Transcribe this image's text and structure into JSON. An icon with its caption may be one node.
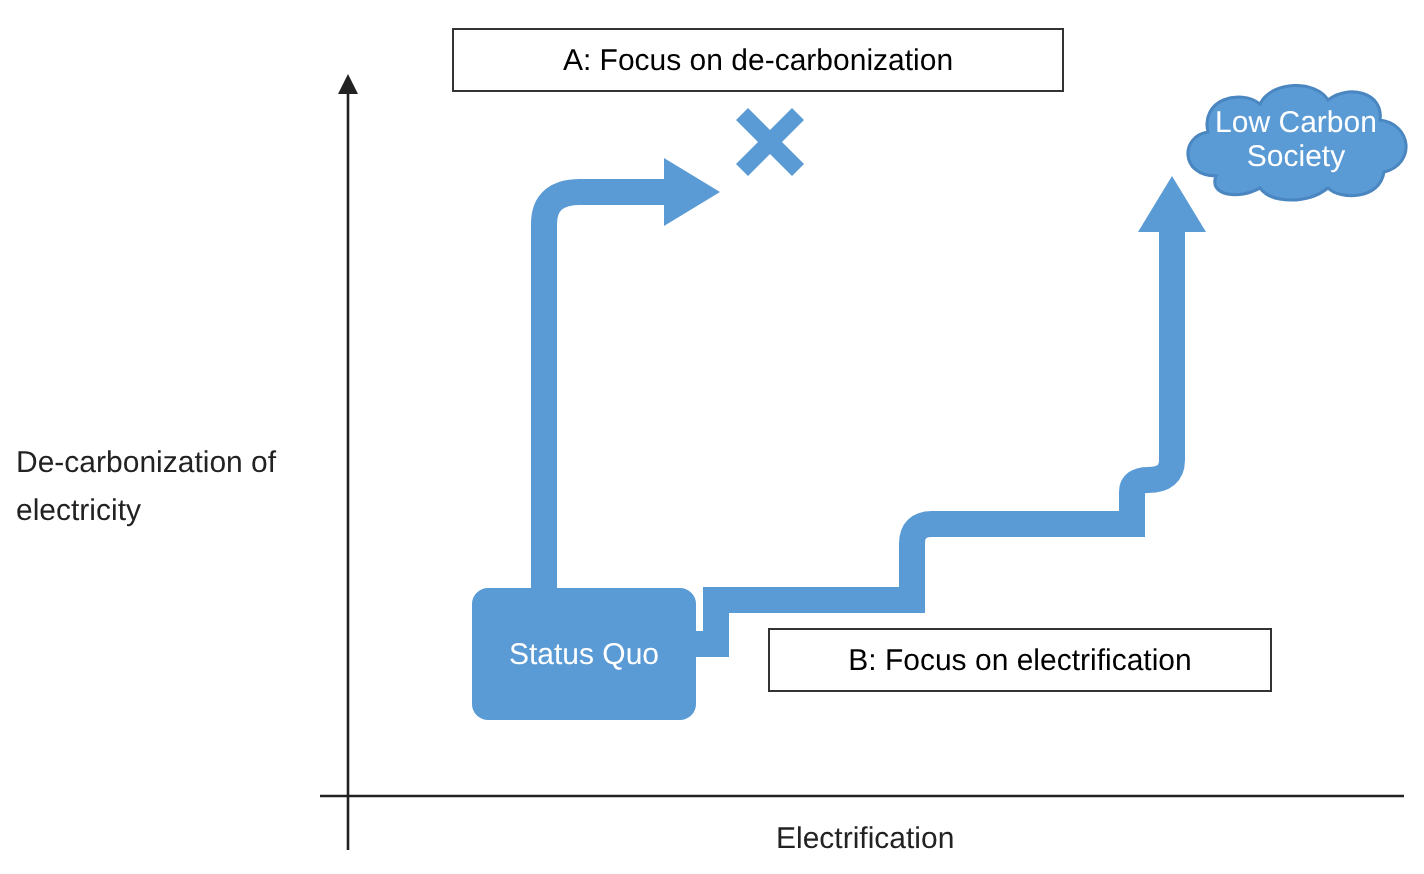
{
  "diagram": {
    "nodes": [
      {
        "text": [
          "Status Quo"
        ]
      },
      {
        "text": [],
        "shape": "cross"
      },
      {
        "text": [
          "Low Carbon Society"
        ]
      },
      {
        "text": [
          "A: Focus on de-carbonization"
        ]
      },
      {
        "text": [
          "B: Focus on electrification"
        ]
      }
    ],
    "edges": [
      {
        "from": 0,
        "to": 1,
        "arrow": "to"
      },
      {
        "from": 0,
        "to": 2,
        "arrow": "to"
      }
    ],
    "labels": [
      "De-carbonization of electricity",
      "Electrification"
    ]
  }
}
